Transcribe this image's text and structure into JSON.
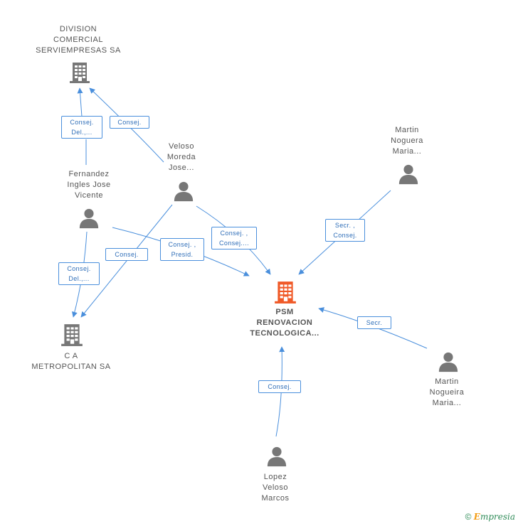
{
  "colors": {
    "edge": "#4a8fdc",
    "node": "#777777",
    "focus": "#f05a28"
  },
  "nodes": {
    "division": {
      "label": "DIVISION\nCOMERCIAL\nSERVIEMPRESAS SA",
      "kind": "company"
    },
    "veloso": {
      "label": "Veloso\nMoreda\nJose...",
      "kind": "person"
    },
    "fernandez": {
      "label": "Fernandez\nIngles Jose\nVicente",
      "kind": "person"
    },
    "martin1": {
      "label": "Martin\nNoguera\nMaria...",
      "kind": "person"
    },
    "martin2": {
      "label": "Martin\nNogueira\nMaria...",
      "kind": "person"
    },
    "psm": {
      "label": "PSM\nRENOVACION\nTECNOLOGICA...",
      "kind": "company-focus"
    },
    "ca": {
      "label": "C A\nMETROPOLITAN SA",
      "kind": "company"
    },
    "lopez": {
      "label": "Lopez\nVeloso\nMarcos",
      "kind": "person"
    }
  },
  "edges": {
    "fern_div": {
      "label": "Consej.\nDel.,..."
    },
    "vel_div": {
      "label": "Consej."
    },
    "vel_ca": {
      "label": "Consej."
    },
    "fern_psm": {
      "label": "Consej. ,\nPresid."
    },
    "vel_psm": {
      "label": "Consej. ,\nConsej...."
    },
    "fern_ca": {
      "label": "Consej.\nDel.,..."
    },
    "mart1_psm": {
      "label": "Secr. ,\nConsej."
    },
    "mart2_psm": {
      "label": "Secr."
    },
    "lopez_psm": {
      "label": "Consej."
    }
  },
  "footer": {
    "copyright": "©",
    "brand_e": "E",
    "brand_rest": "mpresia"
  }
}
